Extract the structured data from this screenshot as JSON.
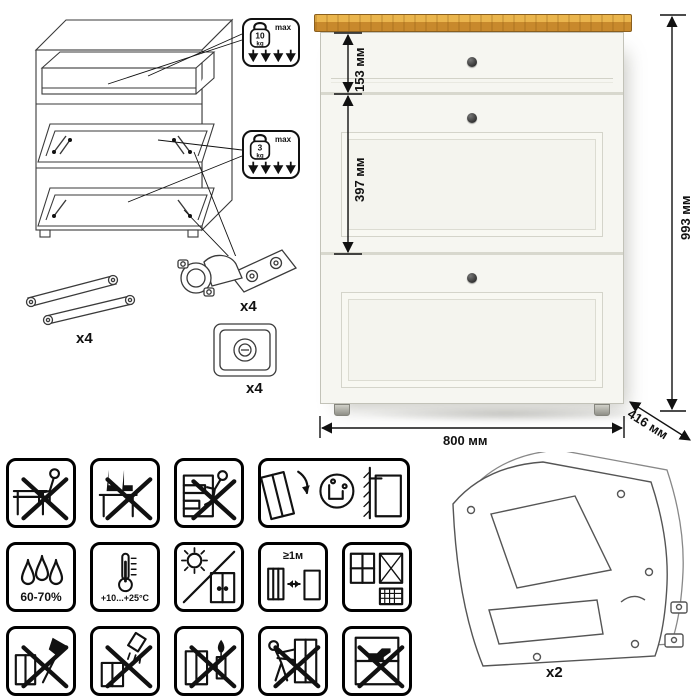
{
  "product": {
    "dim_drawer_height": "153 мм",
    "dim_door_height": "397 мм",
    "dim_total_height": "993 мм",
    "dim_width": "800 мм",
    "dim_depth": "416 мм"
  },
  "limits": {
    "drawer": {
      "value": "10",
      "unit": "kg",
      "max": "max"
    },
    "flap": {
      "value": "3",
      "unit": "kg",
      "max": "max"
    }
  },
  "parts": {
    "stay_qty": "x4",
    "hinge_qty": "x4",
    "foot_qty": "x4",
    "side_mech_qty": "x2"
  },
  "care": {
    "humidity": "60-70%",
    "temperature": "+10...+25°C",
    "distance": "≥1м"
  },
  "pictograms": {
    "row1": [
      "no-sitting",
      "no-standing",
      "no-child-climbing",
      "anchor-to-wall"
    ],
    "row2": [
      "humidity",
      "temperature",
      "no-direct-sunlight",
      "heat-source-distance",
      "ventilation"
    ],
    "row3": [
      "no-impact-tools",
      "no-liquids",
      "no-open-flame",
      "no-moving-loaded",
      "no-overload"
    ]
  },
  "colors": {
    "wood_top": "#d99a33",
    "cabinet_body": "#f6f6f1",
    "line_art": "#3a3a3a"
  }
}
